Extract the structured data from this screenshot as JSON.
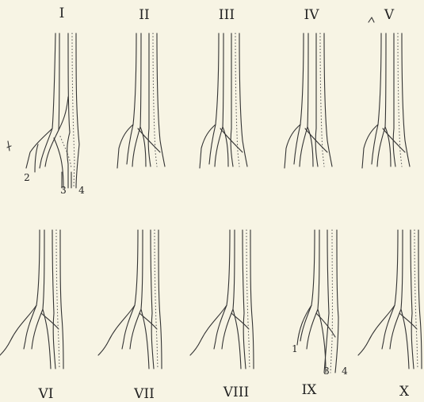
{
  "figures": [
    {
      "numeral": "I",
      "variant": "a"
    },
    {
      "numeral": "II",
      "variant": "b"
    },
    {
      "numeral": "III",
      "variant": "b"
    },
    {
      "numeral": "IV",
      "variant": "b"
    },
    {
      "numeral": "V",
      "variant": "b"
    },
    {
      "numeral": "VI",
      "variant": "c"
    },
    {
      "numeral": "VII",
      "variant": "c"
    },
    {
      "numeral": "VIII",
      "variant": "c"
    },
    {
      "numeral": "IX",
      "variant": "d"
    },
    {
      "numeral": "X",
      "variant": "c"
    }
  ],
  "vessel_labels": {
    "fig1": [
      "2",
      "3",
      "4"
    ],
    "fig9": [
      "1",
      "3",
      "4"
    ]
  }
}
